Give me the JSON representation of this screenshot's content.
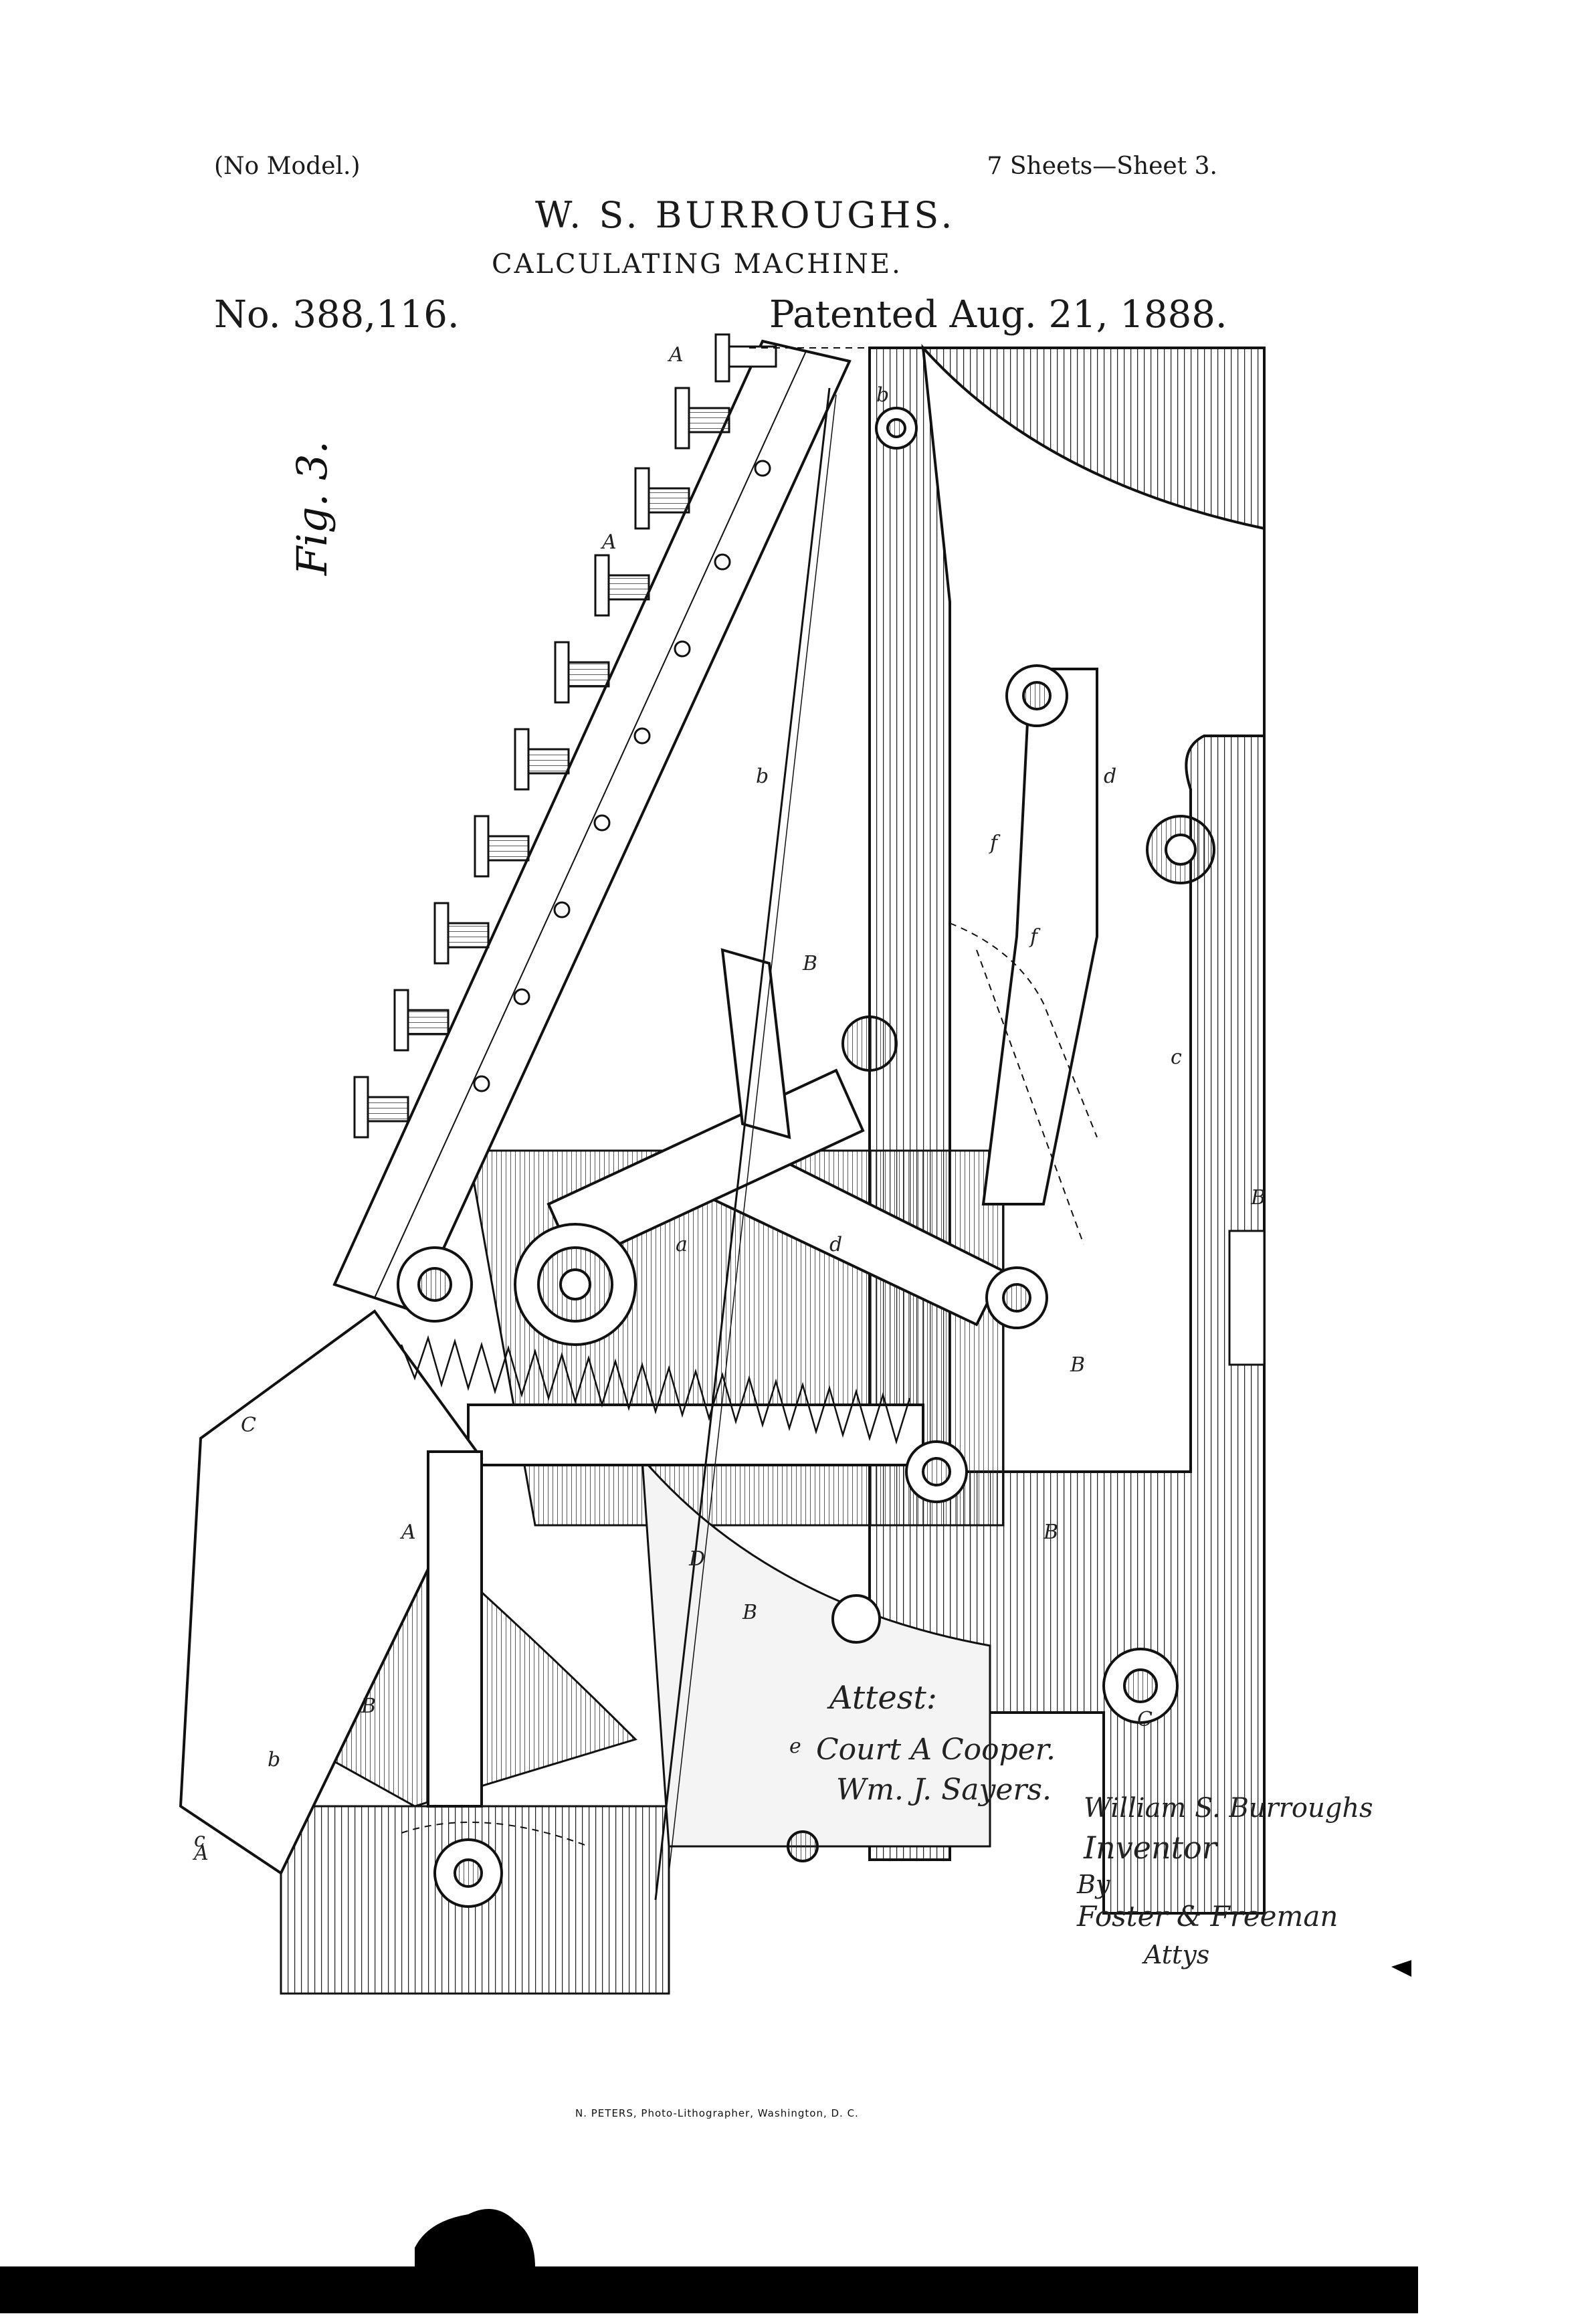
{
  "header": {
    "no_model": "(No Model.)",
    "sheets": "7 Sheets—Sheet 3.",
    "inventor": "W. S. BURROUGHS.",
    "title": "CALCULATING MACHINE.",
    "patent_number": "No. 388,116.",
    "patent_date": "Patented Aug. 21, 1888."
  },
  "figure": {
    "label": "Fig. 3."
  },
  "signatures": {
    "attest": "Attest:",
    "witness_1": "Court A Cooper.",
    "witness_2": "Wm. J. Sayers.",
    "inventor_signature": "William S. Burroughs",
    "inventor_word": "Inventor",
    "by": "By",
    "attorneys_signature": "Foster & Freeman",
    "attorneys_word": "Attys"
  },
  "footer": {
    "lithographer": "N. PETERS, Photo-Lithographer, Washington, D. C."
  }
}
